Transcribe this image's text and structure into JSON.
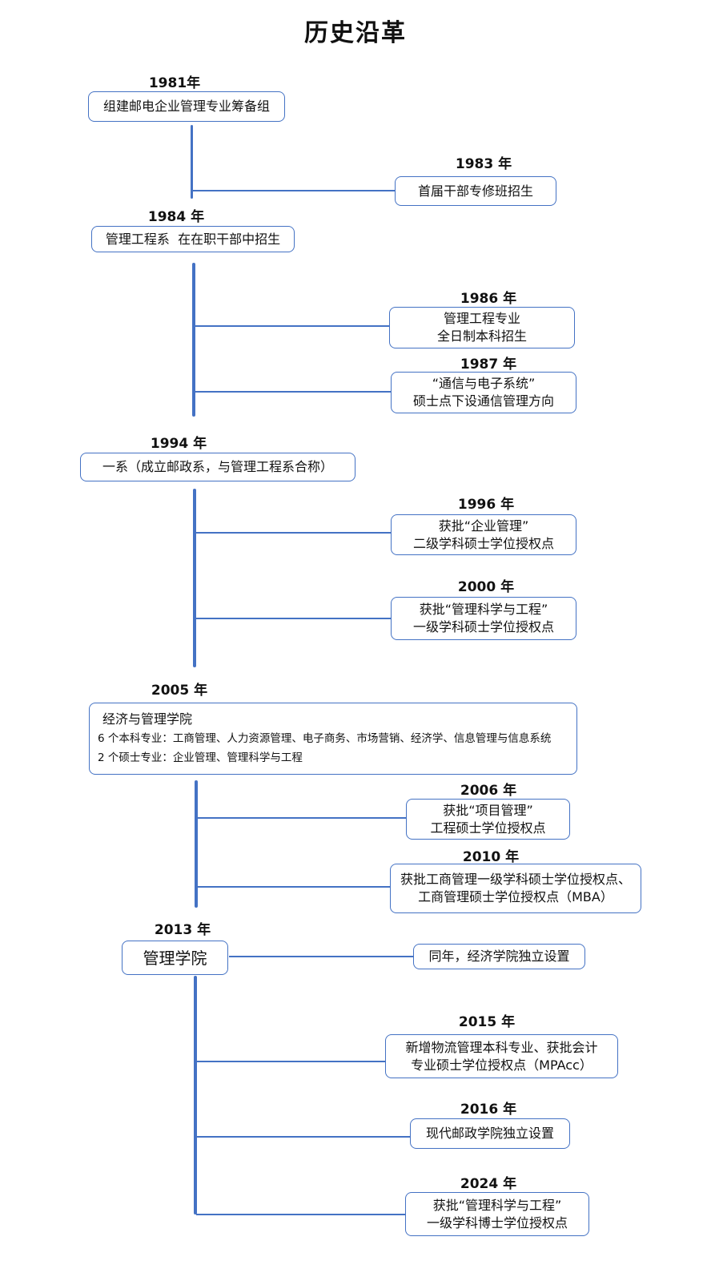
{
  "title": "历史沿革",
  "colors": {
    "accent": "#4472c4"
  },
  "events": [
    {
      "id": "e1981",
      "year": "1981年",
      "lines": [
        "组建邮电企业管理专业筹备组"
      ]
    },
    {
      "id": "e1983",
      "year": "1983 年",
      "lines": [
        "首届干部专修班招生"
      ]
    },
    {
      "id": "e1984",
      "year": "1984 年",
      "lines": [
        "管理工程系  在在职干部中招生"
      ]
    },
    {
      "id": "e1986",
      "year": "1986 年",
      "lines": [
        "管理工程专业",
        "全日制本科招生"
      ]
    },
    {
      "id": "e1987",
      "year": "1987 年",
      "lines": [
        "“通信与电子系统”",
        "硕士点下设通信管理方向"
      ]
    },
    {
      "id": "e1994",
      "year": "1994 年",
      "lines": [
        "一系（成立邮政系，与管理工程系合称）"
      ]
    },
    {
      "id": "e1996",
      "year": "1996 年",
      "lines": [
        "获批“企业管理”",
        "二级学科硕士学位授权点"
      ]
    },
    {
      "id": "e2000",
      "year": "2000 年",
      "lines": [
        "获批“管理科学与工程”",
        "一级学科硕士学位授权点"
      ]
    },
    {
      "id": "e2005",
      "year": "2005 年",
      "lines": [
        "经济与管理学院",
        "6 个本科专业：工商管理、人力资源管理、电子商务、市场营销、经济学、信息管理与信息系统",
        "2 个硕士专业：企业管理、管理科学与工程"
      ]
    },
    {
      "id": "e2006",
      "year": "2006 年",
      "lines": [
        "获批“项目管理”",
        "工程硕士学位授权点"
      ]
    },
    {
      "id": "e2010",
      "year": "2010 年",
      "lines": [
        "获批工商管理一级学科硕士学位授权点、",
        "工商管理硕士学位授权点（MBA）"
      ]
    },
    {
      "id": "e2013",
      "year": "2013 年",
      "lines": [
        "管理学院"
      ]
    },
    {
      "id": "e2013b",
      "year": "",
      "lines": [
        "同年，经济学院独立设置"
      ]
    },
    {
      "id": "e2015",
      "year": "2015 年",
      "lines": [
        "新增物流管理本科专业、获批会计",
        "专业硕士学位授权点（MPAcc）"
      ]
    },
    {
      "id": "e2016",
      "year": "2016 年",
      "lines": [
        "现代邮政学院独立设置"
      ]
    },
    {
      "id": "e2024",
      "year": "2024 年",
      "lines": [
        "获批“管理科学与工程”",
        "一级学科博士学位授权点"
      ]
    }
  ]
}
